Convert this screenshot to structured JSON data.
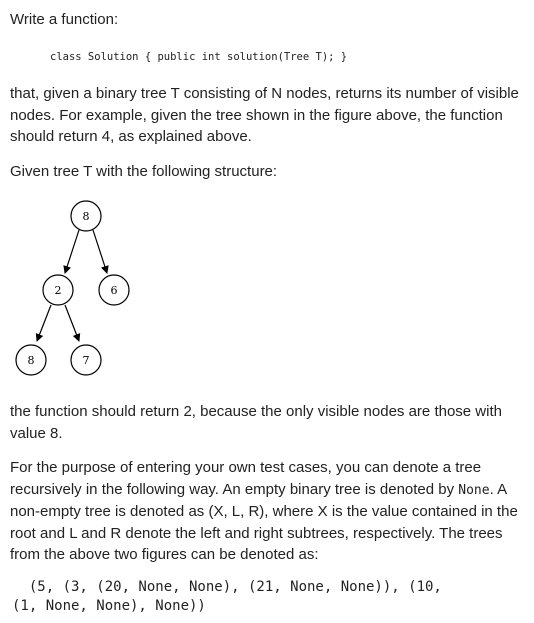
{
  "intro": "Write a function:",
  "signature": "class Solution { public int solution(Tree T); }",
  "para_description": "that, given a binary tree T consisting of N nodes, returns its number of visible nodes. For example, given the tree shown in the figure above, the function should return 4, as explained above.",
  "para_given": "Given tree T with the following structure:",
  "tree": {
    "nodes": [
      {
        "id": "root",
        "value": "8"
      },
      {
        "id": "left",
        "value": "2"
      },
      {
        "id": "right",
        "value": "6"
      },
      {
        "id": "left-left",
        "value": "8"
      },
      {
        "id": "left-right",
        "value": "7"
      }
    ]
  },
  "para_result": "the function should return 2, because the only visible nodes are those with value 8.",
  "notation": {
    "part1": "For the purpose of entering your own test cases, you can denote a tree recursively in the following way. An empty binary tree is denoted by ",
    "none_code": "None",
    "part2": ". A non-empty tree is denoted as (X, L, R), where X is the value contained in the root and L and R denote the left and right subtrees, respectively. The trees from the above two figures can be denoted as:"
  },
  "code_example_line1": "  (5, (3, (20, None, None), (21, None, None)), (10,",
  "code_example_line2": "(1, None, None), None))"
}
